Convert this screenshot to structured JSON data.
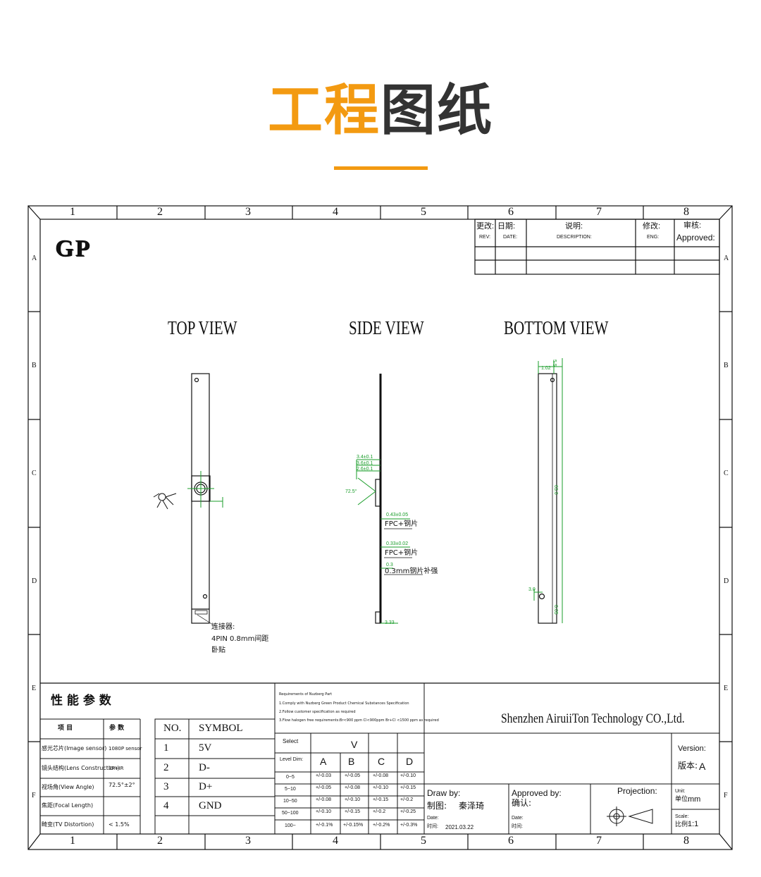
{
  "page": {
    "title_accent": "工程",
    "title_rest": "图纸"
  },
  "frame": {
    "col_labels": [
      "1",
      "2",
      "3",
      "4",
      "5",
      "6",
      "7",
      "8"
    ],
    "row_labels": [
      "A",
      "B",
      "C",
      "D",
      "E",
      "F"
    ]
  },
  "logo": "GP",
  "revision": {
    "headers": [
      {
        "cn": "更改:",
        "en": "REV:"
      },
      {
        "cn": "日期:",
        "en": "DATE:"
      },
      {
        "cn": "说明:",
        "en": "DESCRIPTION:"
      },
      {
        "cn": "修改:",
        "en": "ENG:"
      },
      {
        "cn": "审核:",
        "en": "Approved:"
      }
    ]
  },
  "views": {
    "top": "TOP VIEW",
    "side": "SIDE VIEW",
    "bottom": "BOTTOM VIEW",
    "top_connector": [
      "连接器:",
      "4PIN 0.8mm间距",
      "卧贴"
    ],
    "side_dims": [
      "3.4±0.1",
      "3.6±0.1",
      "2.6±0.1",
      "72.5°"
    ],
    "side_notes": [
      {
        "dim": "0.43±0.05",
        "text": "FPC+钢片"
      },
      {
        "dim": "0.33±0.02",
        "text": "FPC+钢片"
      },
      {
        "dim": "0.3",
        "text": "0.3mm钢片补强"
      }
    ],
    "side_bottom_dim": "3.33",
    "bottom_dims": [
      "1.02",
      "5.5",
      "63.0",
      "3.0",
      "0.05"
    ]
  },
  "specs": {
    "title": "性 能 参 数",
    "col_headers": [
      "项 目",
      "参 数"
    ],
    "rows": [
      {
        "item": "感光芯片(Image sensor)",
        "value": "1080P sensor"
      },
      {
        "item": "镜头结构(Lens Construction)",
        "value": "3P+IR"
      },
      {
        "item": "视场角(View Angle)",
        "value": "72.5°±2°"
      },
      {
        "item": "焦距(Focal Length)",
        "value": ""
      },
      {
        "item": "畸变(TV Distortion)",
        "value": "< 1.5%"
      }
    ]
  },
  "pins": {
    "headers": [
      "NO.",
      "SYMBOL"
    ],
    "rows": [
      {
        "no": "1",
        "sym": "5V"
      },
      {
        "no": "2",
        "sym": "D-"
      },
      {
        "no": "3",
        "sym": "D+"
      },
      {
        "no": "4",
        "sym": "GND"
      }
    ]
  },
  "requirements": [
    "Requirements of Nuzberg Part",
    "1.Comply with Nuzberg Green Product Chemical Substances Specification",
    "2.Follow customer specification as required",
    "3.Flow halogen free requirements:Br<900 ppm Cl<900ppm Br+Cl <1500 ppm as required"
  ],
  "company": "Shenzhen AiruiiTon Technology CO.,Ltd.",
  "tolerance": {
    "select": "Select",
    "v": "V",
    "level_dim": "Level Dim:",
    "cols": [
      "A",
      "B",
      "C",
      "D"
    ],
    "rows": [
      {
        "range": "0~5",
        "vals": [
          "+/-0.03",
          "+/-0.05",
          "+/-0.08",
          "+/-0.10"
        ]
      },
      {
        "range": "5~10",
        "vals": [
          "+/-0.05",
          "+/-0.08",
          "+/-0.10",
          "+/-0.15"
        ]
      },
      {
        "range": "10~50",
        "vals": [
          "+/-0.08",
          "+/-0.10",
          "+/-0.15",
          "+/-0.2"
        ]
      },
      {
        "range": "50~100",
        "vals": [
          "+/-0.10",
          "+/-0.15",
          "+/-0.2",
          "+/-0.25"
        ]
      },
      {
        "range": "100~",
        "vals": [
          "+/-0.1%",
          "+/-0.15%",
          "+/-0.2%",
          "+/-0.3%"
        ]
      }
    ]
  },
  "titleblock": {
    "version_en": "Version:",
    "version_cn": "版本:",
    "version_val": "A",
    "draw_by_en": "Draw by:",
    "draw_by_cn": "制图:",
    "drawer": "秦泽琦",
    "date_en": "Date:",
    "date_cn": "时间:",
    "date_val": "2021.03.22",
    "approved_en": "Approved by:",
    "approved_cn": "确认:",
    "approved_date_en": "Date:",
    "approved_date_cn": "时间:",
    "projection": "Projection:",
    "unit_en": "Unit:",
    "unit_cn": "单位:",
    "unit_val": "mm",
    "scale_en": "Scale:",
    "scale_cn": "比例:",
    "scale_val": "1:1"
  }
}
